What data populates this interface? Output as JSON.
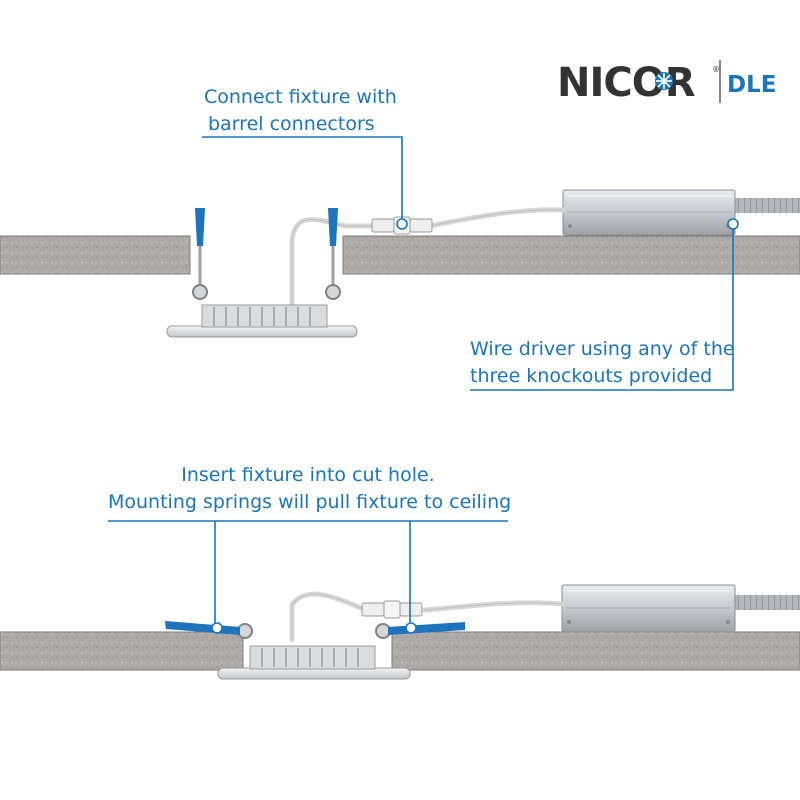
{
  "logo": {
    "brand": "NICOR",
    "registered": "®",
    "product": "DLE",
    "colors": {
      "brand": "#333333",
      "product": "#1b75bc",
      "star": "#1b75bc"
    }
  },
  "callouts": {
    "connect": {
      "line1": "Connect fixture with",
      "line2": "barrel connectors"
    },
    "driver": {
      "line1": "Wire driver using any of the",
      "line2": "three knockouts provided"
    },
    "insert": {
      "line1": "Insert fixture into cut hole.",
      "line2": "Mounting springs will pull fixture to ceiling"
    }
  },
  "colors": {
    "callout": "#1b75bc",
    "ceiling": "#a9a6a3",
    "ceiling_edge": "#7f7c79",
    "spring_tip": "#1e73be",
    "driver": "#c9ccd1"
  }
}
